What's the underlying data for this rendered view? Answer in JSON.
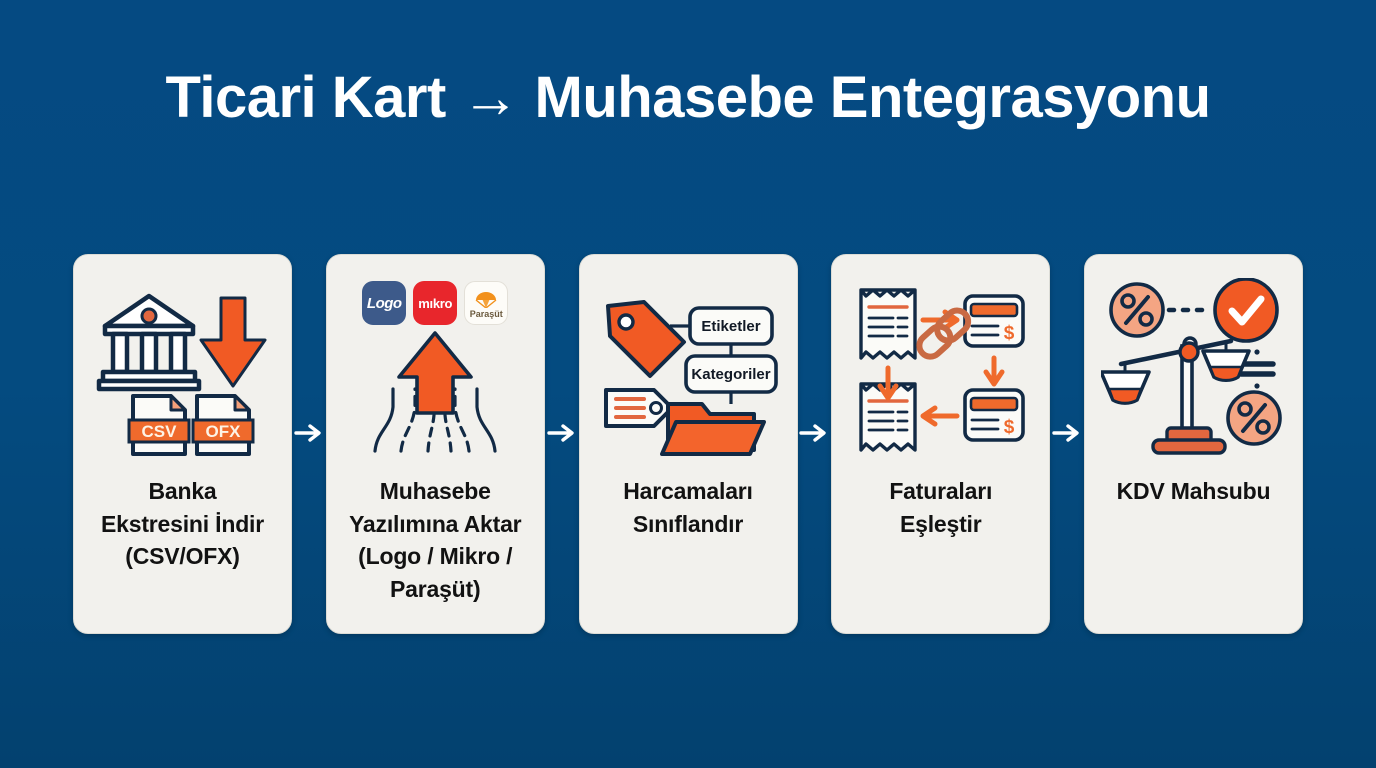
{
  "page": {
    "title": "Ticari Kart → Muhasebe Entegrasyonu",
    "background_color": "#064a80",
    "card_background": "#f2f1ed",
    "accent_orange": "#f15a24",
    "accent_navy": "#122a45",
    "text_color": "#121212",
    "connector_color": "#ffffff",
    "connector_symbol": "arrow-right"
  },
  "steps": [
    {
      "index": 1,
      "label": "Banka\nEkstresini İndir\n(CSV/OFX)",
      "label_lines": [
        "Banka",
        "Ekstresini İndir",
        "(CSV/OFX)"
      ],
      "icon_name": "bank-download-files-icon",
      "icon_parts": [
        "bank-building-icon",
        "down-arrow-icon",
        "csv-file-icon",
        "ofx-file-icon"
      ],
      "file_badges": [
        "CSV",
        "OFX"
      ]
    },
    {
      "index": 2,
      "label": "Muhasebe\nYazılımına Aktar\n(Logo / Mikro /\nParaşüt)",
      "label_lines": [
        "Muhasebe",
        "Yazılımına Aktar",
        "(Logo / Mikro /",
        "Paraşüt)"
      ],
      "icon_name": "software-upload-icon",
      "icon_parts": [
        "logo-badge",
        "mikro-badge",
        "parasut-badge",
        "up-arrow-icon",
        "data-flow-lines-icon"
      ],
      "logos": [
        {
          "name": "Logo",
          "color": "#3d5a8a"
        },
        {
          "name": "mıkro",
          "color": "#e8262c"
        },
        {
          "name": "Paraşüt",
          "color": "#f2911c"
        }
      ]
    },
    {
      "index": 3,
      "label": "Harcamaları\nSınıflandır",
      "label_lines": [
        "Harcamaları",
        "Sınıflandır"
      ],
      "icon_name": "tags-categories-folder-icon",
      "icon_parts": [
        "tag-icon",
        "tag-lines-icon",
        "folder-icon"
      ],
      "node_labels": [
        "Etiketler",
        "Kategoriler"
      ]
    },
    {
      "index": 4,
      "label": "Faturaları\nEşleştir",
      "label_lines": [
        "Faturaları",
        "Eşleştir"
      ],
      "icon_name": "invoice-matching-icon",
      "icon_parts": [
        "receipt-icon",
        "card-statement-icon",
        "chain-link-icon",
        "cycle-arrows-icon"
      ],
      "currency_symbol": "$"
    },
    {
      "index": 5,
      "label": "KDV Mahsubu",
      "label_lines": [
        "KDV Mahsubu"
      ],
      "icon_name": "vat-offset-scale-icon",
      "icon_parts": [
        "percent-circle-icon",
        "check-circle-icon",
        "balance-scale-icon",
        "divide-icon"
      ],
      "symbols": [
        "%",
        "✓",
        "÷",
        "%"
      ]
    }
  ]
}
